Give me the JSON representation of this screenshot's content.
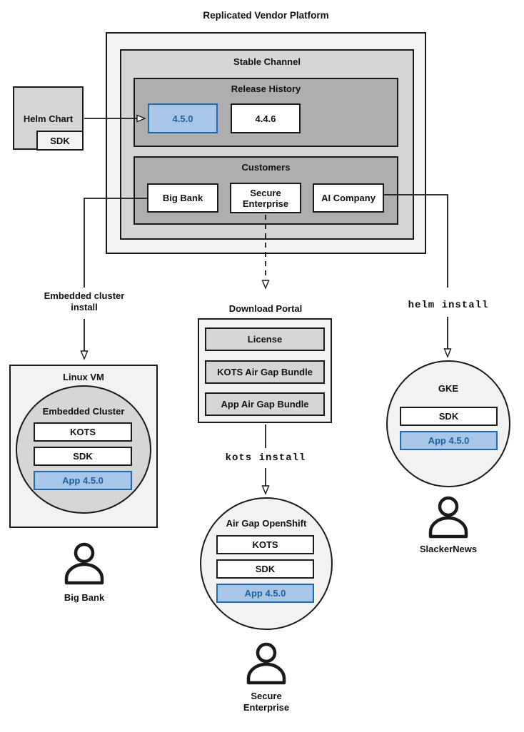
{
  "diagram_title": "Replicated Vendor Platform",
  "platform": {
    "stable_channel": {
      "label": "Stable Channel",
      "release_history": {
        "label": "Release History",
        "releases": [
          "4.5.0",
          "4.4.6"
        ],
        "highlighted_release": "4.5.0"
      },
      "customers": {
        "label": "Customers",
        "items": [
          "Big Bank",
          "Secure Enterprise",
          "AI Company"
        ]
      }
    }
  },
  "helm_chart": {
    "label": "Helm Chart",
    "sdk_label": "SDK"
  },
  "left_flow": {
    "install_method": "Embedded cluster install",
    "vm_label": "Linux VM",
    "cluster_label": "Embedded Cluster",
    "components": [
      "KOTS",
      "SDK",
      "App 4.5.0"
    ],
    "user_label": "Big Bank"
  },
  "middle_flow": {
    "portal_label": "Download Portal",
    "portal_items": [
      "License",
      "KOTS Air Gap Bundle",
      "App Air Gap Bundle"
    ],
    "install_command": "kots install",
    "cluster_label": "Air Gap OpenShift",
    "components": [
      "KOTS",
      "SDK",
      "App 4.5.0"
    ],
    "user_label": "Secure Enterprise"
  },
  "right_flow": {
    "install_command": "helm install",
    "cluster_label": "GKE",
    "components": [
      "SDK",
      "App 4.5.0"
    ],
    "user_label": "SlackerNews"
  },
  "colors": {
    "box_border": "#1a1a1a",
    "gray_light": "#f2f2f2",
    "gray_medium": "#d6d6d6",
    "gray_dark": "#aeaeae",
    "highlight_fill": "#a8c7e8",
    "highlight_border": "#2268ad",
    "highlight_text": "#1f5f9e"
  }
}
